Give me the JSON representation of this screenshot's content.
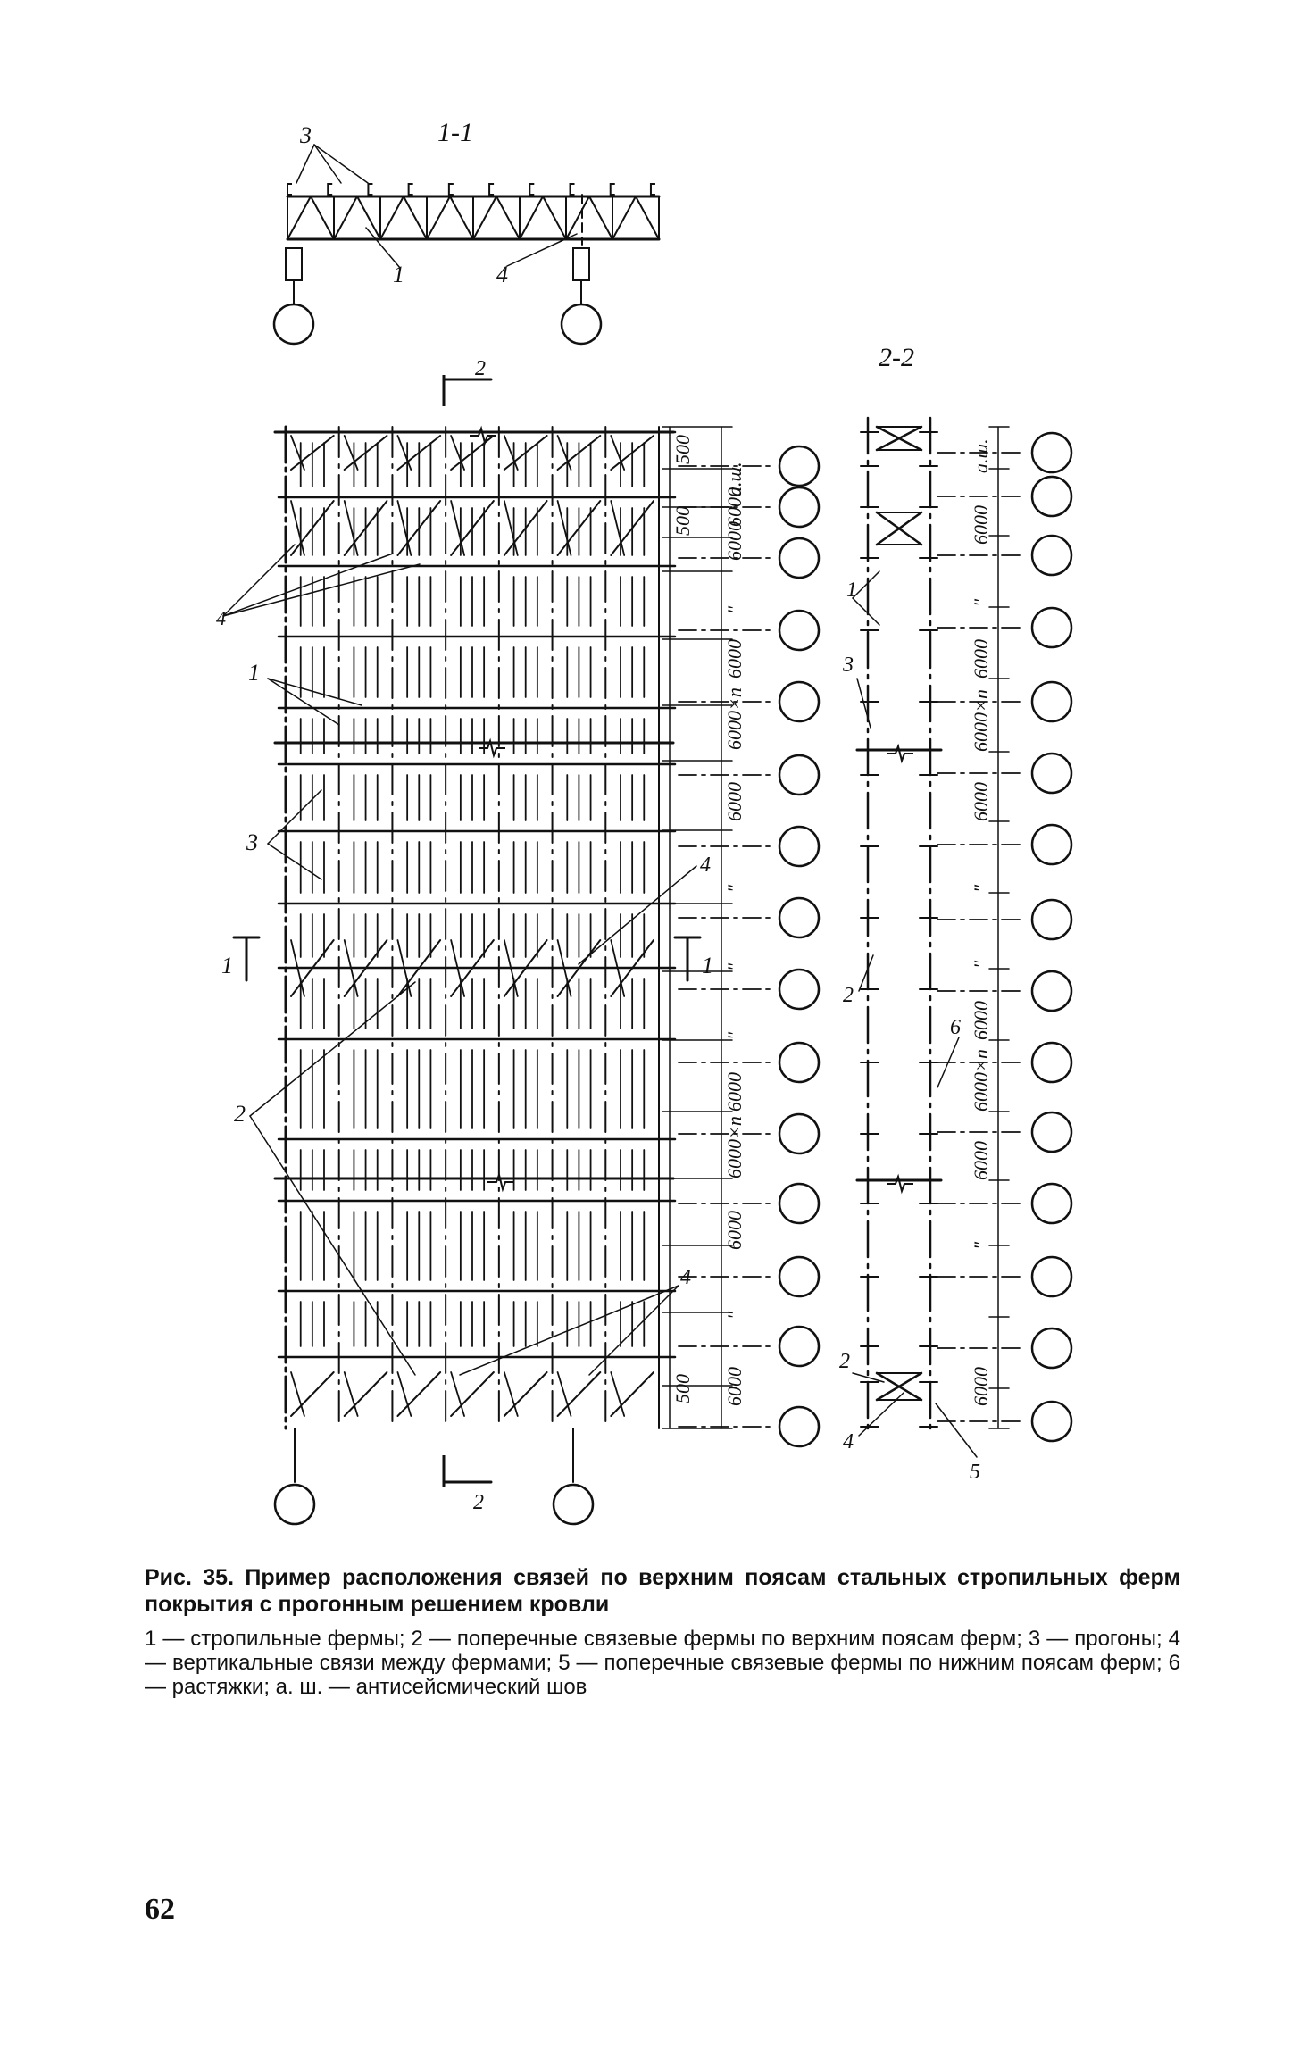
{
  "section_1_1": {
    "title": "1-1",
    "callouts": [
      {
        "id": "c1",
        "label": "1"
      },
      {
        "id": "c3",
        "label": "3"
      },
      {
        "id": "c4",
        "label": "4"
      }
    ]
  },
  "plan": {
    "section_markers": [
      {
        "id": "m2-top",
        "label": "2"
      },
      {
        "id": "m2-bottom",
        "label": "2"
      },
      {
        "id": "m1-left",
        "label": "1"
      },
      {
        "id": "m1-right",
        "label": "1"
      }
    ],
    "callouts": [
      {
        "id": "p4-top",
        "label": "4"
      },
      {
        "id": "p1",
        "label": "1"
      },
      {
        "id": "p3",
        "label": "3"
      },
      {
        "id": "p4-mid",
        "label": "4"
      },
      {
        "id": "p2",
        "label": "2"
      },
      {
        "id": "p4-low",
        "label": "4"
      }
    ],
    "dimensions": [
      "500",
      "а.ш.",
      "500",
      "6000",
      "6000",
      "\"",
      "6000",
      "6000×n",
      "6000",
      "\"",
      "\"",
      "\"",
      "6000",
      "6000×n",
      "6000",
      "\"",
      "500",
      "6000"
    ]
  },
  "section_2_2": {
    "title": "2-2",
    "callouts": [
      {
        "id": "s1",
        "label": "1"
      },
      {
        "id": "s3",
        "label": "3"
      },
      {
        "id": "s2a",
        "label": "2"
      },
      {
        "id": "s6",
        "label": "6"
      },
      {
        "id": "s2b",
        "label": "2"
      },
      {
        "id": "s4",
        "label": "4"
      },
      {
        "id": "s5",
        "label": "5"
      }
    ],
    "dimensions": [
      "а.ш.",
      "6000",
      "\"",
      "6000",
      "6000×n",
      "6000",
      "\"",
      "\"",
      "6000",
      "6000×n",
      "6000",
      "\"",
      "6000"
    ]
  },
  "caption": "Рис. 35. Пример расположения связей по верхним поясам стальных стропильных ферм покрытия с прогонным решением кровли",
  "legend": "1 — стропильные фермы; 2 — поперечные связевые фермы по верхним поясам ферм; 3 — прогоны; 4 — вертикальные связи между фермами; 5 — поперечные связевые фермы по нижним поясам ферм; 6 — растяжки; а. ш. — антисейсмический шов",
  "page_number": "62"
}
